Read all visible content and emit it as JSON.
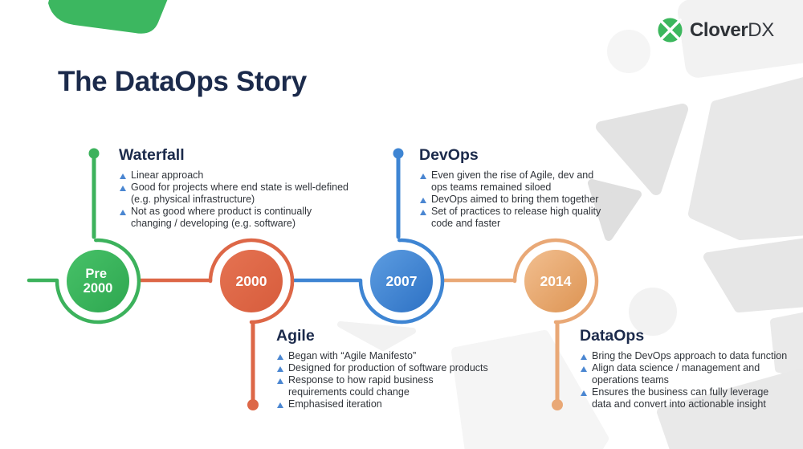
{
  "page": {
    "title": "The DataOps Story"
  },
  "brand": {
    "logo_text_bold": "Clover",
    "logo_text_light": "DX",
    "logo_green": "#3cb75d"
  },
  "colors": {
    "navy_heading": "#1b2a4b",
    "body_text": "#30343a",
    "bullet_triangle_blue": "#4a86d1",
    "timeline_green": "#3cb25c",
    "timeline_red_orange": "#dd6747",
    "timeline_blue": "#3e85d3",
    "timeline_tan": "#e9a876"
  },
  "milestones": [
    {
      "id": "pre-2000",
      "label": "Waterfall",
      "year_lines": [
        "Pre",
        "2000"
      ],
      "color": "#3cb25c",
      "bullets": [
        {
          "lines": [
            "Linear approach"
          ]
        },
        {
          "lines": [
            "Good for projects where end state is well-defined",
            "(e.g. physical infrastructure)"
          ]
        },
        {
          "lines": [
            "Not as good where product is continually",
            "changing / developing (e.g. software)"
          ]
        }
      ]
    },
    {
      "id": "2000",
      "label": "Agile",
      "year_lines": [
        "2000"
      ],
      "color": "#dd6747",
      "bullets": [
        {
          "lines": [
            "Began with “Agile Manifesto”"
          ]
        },
        {
          "lines": [
            "Designed for production of software products"
          ]
        },
        {
          "lines": [
            "Response to how rapid business",
            "requirements could change"
          ]
        },
        {
          "lines": [
            "Emphasised iteration"
          ]
        }
      ]
    },
    {
      "id": "2007",
      "label": "DevOps",
      "year_lines": [
        "2007"
      ],
      "color": "#3e85d3",
      "bullets": [
        {
          "lines": [
            "Even given the rise of Agile, dev and",
            "ops teams remained siloed"
          ]
        },
        {
          "lines": [
            "DevOps aimed to bring them together"
          ]
        },
        {
          "lines": [
            "Set of practices to release high quality",
            "code and faster"
          ]
        }
      ]
    },
    {
      "id": "2014",
      "label": "DataOps",
      "year_lines": [
        "2014"
      ],
      "color": "#e9a876",
      "bullets": [
        {
          "lines": [
            "Bring the DevOps approach to data function"
          ]
        },
        {
          "lines": [
            "Align data science / management and",
            "operations teams"
          ]
        },
        {
          "lines": [
            "Ensures the business can fully leverage",
            "data and convert into actionable insight"
          ]
        }
      ]
    }
  ]
}
